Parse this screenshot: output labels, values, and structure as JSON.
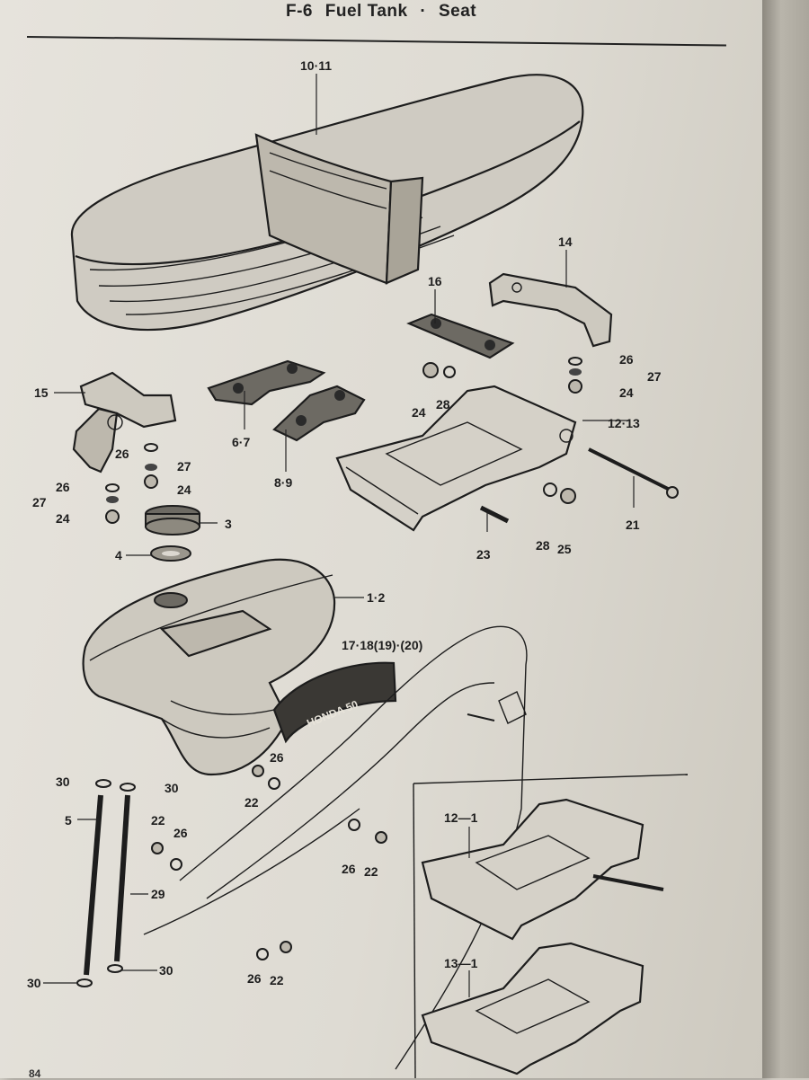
{
  "header": {
    "section": "F-6",
    "title_part1": "Fuel Tank",
    "separator": "·",
    "title_part2": "Seat"
  },
  "page_number": "84",
  "callouts": [
    {
      "id": "c-10-11",
      "text": "10·11"
    },
    {
      "id": "c-14",
      "text": "14"
    },
    {
      "id": "c-16",
      "text": "16"
    },
    {
      "id": "c-15",
      "text": "15"
    },
    {
      "id": "c-6-7",
      "text": "6·7"
    },
    {
      "id": "c-8-9",
      "text": "8·9"
    },
    {
      "id": "c-26a",
      "text": "26"
    },
    {
      "id": "c-27a",
      "text": "27"
    },
    {
      "id": "c-24a",
      "text": "24"
    },
    {
      "id": "c-24b",
      "text": "24"
    },
    {
      "id": "c-28a",
      "text": "28"
    },
    {
      "id": "c-12-13",
      "text": "12·13"
    },
    {
      "id": "c-26b",
      "text": "26"
    },
    {
      "id": "c-27b",
      "text": "27"
    },
    {
      "id": "c-24c",
      "text": "24"
    },
    {
      "id": "c-26c",
      "text": "26"
    },
    {
      "id": "c-27c",
      "text": "27"
    },
    {
      "id": "c-24d",
      "text": "24"
    },
    {
      "id": "c-26d",
      "text": "26"
    },
    {
      "id": "c-27d",
      "text": "27"
    },
    {
      "id": "c-24e",
      "text": "24"
    },
    {
      "id": "c-3",
      "text": "3"
    },
    {
      "id": "c-4",
      "text": "4"
    },
    {
      "id": "c-21",
      "text": "21"
    },
    {
      "id": "c-23",
      "text": "23"
    },
    {
      "id": "c-28b",
      "text": "28"
    },
    {
      "id": "c-25",
      "text": "25"
    },
    {
      "id": "c-1-2",
      "text": "1·2"
    },
    {
      "id": "c-17-20",
      "text": "17·18(19)·(20)"
    },
    {
      "id": "c-30a",
      "text": "30"
    },
    {
      "id": "c-30b",
      "text": "30"
    },
    {
      "id": "c-5",
      "text": "5"
    },
    {
      "id": "c-26e",
      "text": "26"
    },
    {
      "id": "c-22a",
      "text": "22"
    },
    {
      "id": "c-22b",
      "text": "22"
    },
    {
      "id": "c-26f",
      "text": "26"
    },
    {
      "id": "c-29",
      "text": "29"
    },
    {
      "id": "c-26g",
      "text": "26"
    },
    {
      "id": "c-22c",
      "text": "22"
    },
    {
      "id": "c-12-1",
      "text": "12—1"
    },
    {
      "id": "c-13-1",
      "text": "13—1"
    },
    {
      "id": "c-30c",
      "text": "30"
    },
    {
      "id": "c-30d",
      "text": "30"
    },
    {
      "id": "c-26h",
      "text": "26"
    },
    {
      "id": "c-22d",
      "text": "22"
    }
  ],
  "emblem_text": "HONDA 50",
  "colors": {
    "paper": "#e2dfd8",
    "ink": "#1d1d1d"
  }
}
